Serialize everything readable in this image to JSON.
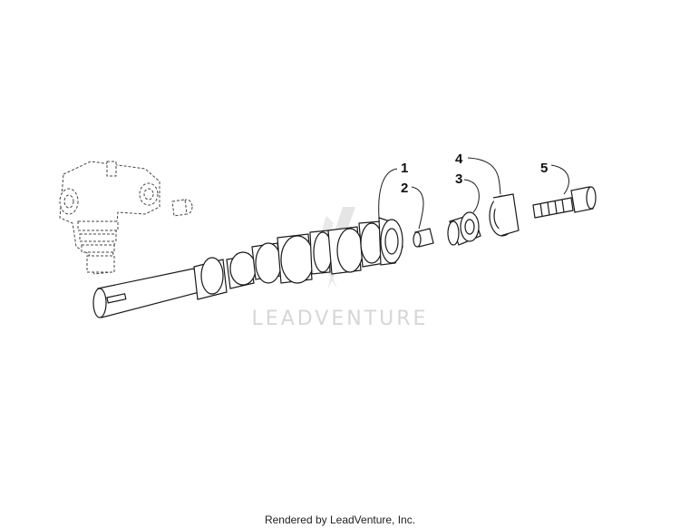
{
  "callouts": [
    "1",
    "2",
    "3",
    "4",
    "5"
  ],
  "watermark": "LEADVENTURE",
  "footer": "Rendered by LeadVenture, Inc."
}
